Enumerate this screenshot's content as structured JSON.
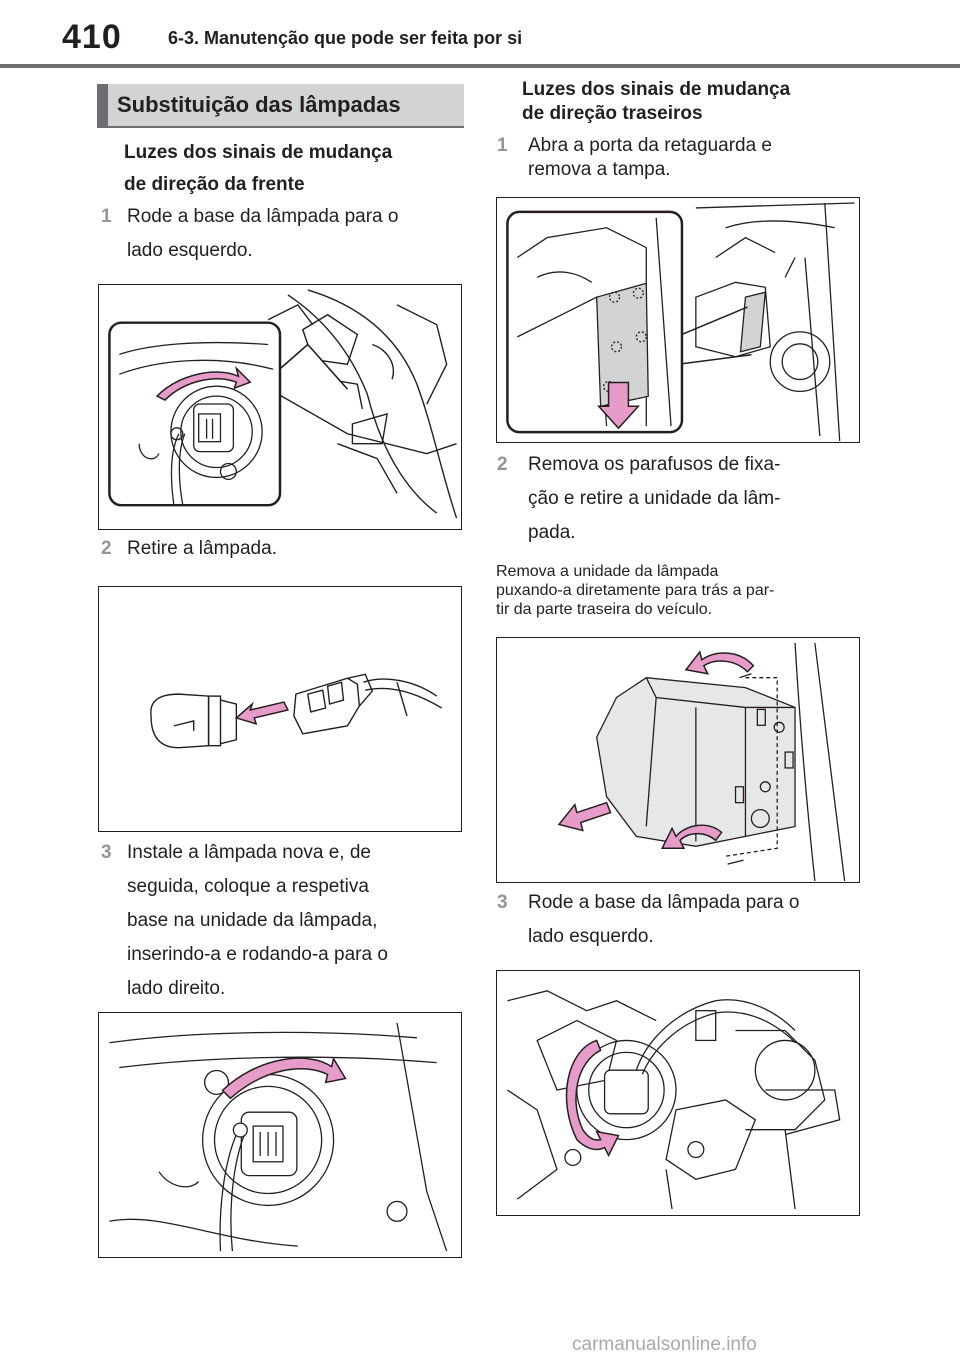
{
  "header": {
    "page_number": "410",
    "chapter": "6-3. Manutenção que pode ser feita por si"
  },
  "section": {
    "title": "Substituição das lâmpadas"
  },
  "left": {
    "subheading_line1": "Luzes dos sinais de mudança",
    "subheading_line2": "de direção da frente",
    "steps": [
      {
        "num": "1",
        "lines": [
          "Rode a base da lâmpada para o",
          "lado esquerdo."
        ]
      },
      {
        "num": "2",
        "lines": [
          "Retire a lâmpada."
        ]
      },
      {
        "num": "3",
        "lines": [
          "Instale a lâmpada nova e, de",
          "seguida, coloque a respetiva",
          "base na unidade da lâmpada,",
          "inserindo-a e rodando-a para o",
          "lado direito."
        ]
      }
    ]
  },
  "right": {
    "subheading_line1": "Luzes dos sinais de mudança",
    "subheading_line2": "de direção traseiros",
    "steps": [
      {
        "num": "1",
        "lines": [
          "Abra a porta da retaguarda e",
          "remova a tampa."
        ]
      },
      {
        "num": "2",
        "lines": [
          "Remova os parafusos de fixa-",
          "ção e retire a unidade da lâm-",
          "pada."
        ]
      },
      {
        "num": "3",
        "lines": [
          "Rode a base da lâmpada para o",
          "lado esquerdo."
        ]
      }
    ],
    "note_lines": [
      "Remova a unidade da lâmpada",
      "puxando-a diretamente para trás a par-",
      "tir da parte traseira do veículo."
    ]
  },
  "colors": {
    "arrow_pink": "#e79bc9",
    "arrow_outline": "#231f20",
    "section_fill": "#d1d3d4",
    "section_bar": "#6d6e71",
    "step_number": "#939598"
  },
  "watermark": "carmanualsonline.info"
}
